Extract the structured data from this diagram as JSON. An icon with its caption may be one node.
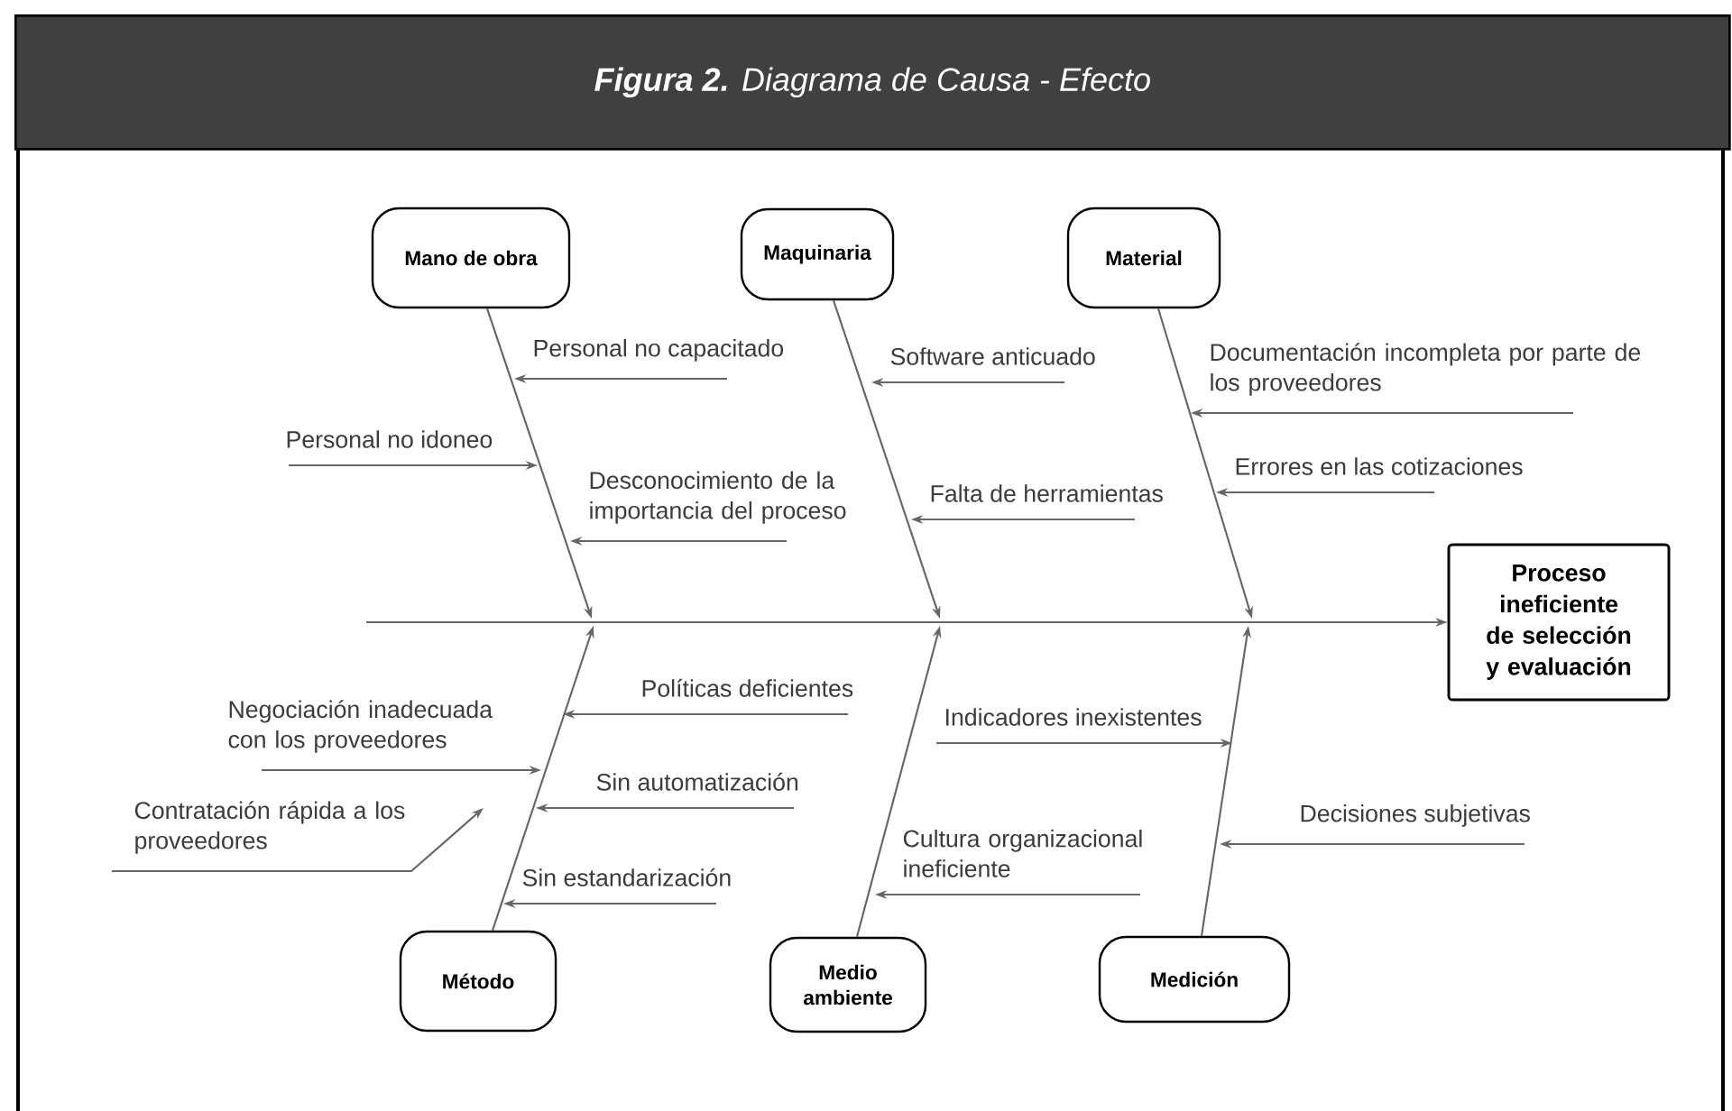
{
  "diagram": {
    "title": "**Figura 2.** Diagrama de Causa - Efecto",
    "nodes": [
      {
        "text": [
          "Mano de obra"
        ]
      },
      {
        "text": [
          "Maquinaria"
        ]
      },
      {
        "text": [
          "Material"
        ]
      },
      {
        "text": [
          "Personal no capacitado"
        ]
      },
      {
        "text": [
          "Personal no idoneo"
        ]
      },
      {
        "text": [
          "Desconocimiento de la importancia del proceso"
        ]
      },
      {
        "text": [
          "Software anticuado"
        ]
      },
      {
        "text": [
          "Falta de herramientas"
        ]
      },
      {
        "text": [
          "Documentación incompleta por parte de los proveedores"
        ]
      },
      {
        "text": [
          "Errores en las cotizaciones"
        ]
      },
      {
        "text": [
          "Proceso ineficiente de selección y evaluación"
        ]
      },
      {
        "text": [
          "Políticas deficientes"
        ]
      },
      {
        "text": [
          "Negociación inadecuada con los proveedores"
        ]
      },
      {
        "text": [
          "Contratación rápida a los proveedores"
        ]
      },
      {
        "text": [
          "Sin automatización"
        ]
      },
      {
        "text": [
          "Indicadores inexistentes"
        ]
      },
      {
        "text": [
          "Cultura organizacional ineficiente"
        ]
      },
      {
        "text": [
          "Decisiones subjetivas"
        ]
      },
      {
        "text": [
          "Sin estandarización"
        ]
      },
      {
        "text": [
          "Método"
        ]
      },
      {
        "text": [
          "Medio ambiente"
        ]
      },
      {
        "text": [
          "Medición"
        ]
      }
    ],
    "edges": [
      {
        "from": 0,
        "to": null,
        "arrow": "to"
      },
      {
        "from": 1,
        "to": null,
        "arrow": "to"
      },
      {
        "from": 2,
        "to": null,
        "arrow": "to"
      },
      {
        "from": 19,
        "to": null,
        "arrow": "to"
      },
      {
        "from": 20,
        "to": null,
        "arrow": "to"
      },
      {
        "from": 21,
        "to": null,
        "arrow": "to"
      },
      {
        "from": null,
        "to": 10,
        "arrow": "to"
      },
      {
        "from": 3,
        "to": null,
        "arrow": "to"
      },
      {
        "from": 4,
        "to": null,
        "arrow": "to"
      },
      {
        "from": 5,
        "to": null,
        "arrow": "to"
      },
      {
        "from": 6,
        "to": null,
        "arrow": "to"
      },
      {
        "from": 7,
        "to": null,
        "arrow": "to"
      },
      {
        "from": 8,
        "to": null,
        "arrow": "to"
      },
      {
        "from": 9,
        "to": null,
        "arrow": "to"
      },
      {
        "from": 11,
        "to": null,
        "arrow": "to"
      },
      {
        "from": 12,
        "to": null,
        "arrow": "to"
      },
      {
        "from": 13,
        "to": null,
        "arrow": "to"
      },
      {
        "from": 14,
        "to": null,
        "arrow": "to"
      },
      {
        "from": 15,
        "to": null,
        "arrow": "to"
      },
      {
        "from": 16,
        "to": null,
        "arrow": "to"
      },
      {
        "from": 17,
        "to": null,
        "arrow": "to"
      },
      {
        "from": 18,
        "to": null,
        "arrow": "to"
      }
    ]
  }
}
